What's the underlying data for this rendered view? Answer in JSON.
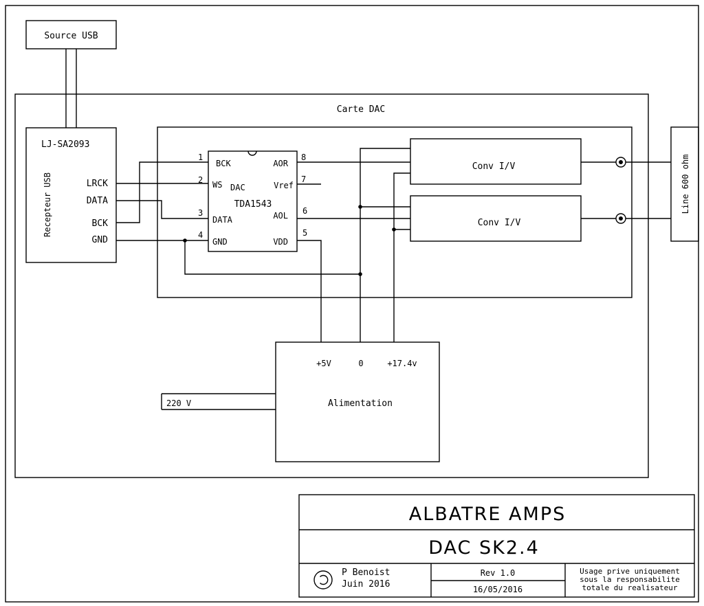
{
  "source": {
    "label": "Source USB"
  },
  "board": {
    "label": "Carte DAC"
  },
  "receiver": {
    "model": "LJ-SA2093",
    "title": "Recepteur USB",
    "pins": {
      "lrck": "LRCK",
      "data": "DATA",
      "bck": "BCK",
      "gnd": "GND"
    }
  },
  "dac": {
    "label": "DAC",
    "part": "TDA1543",
    "pin_names": {
      "bck": "BCK",
      "ws": "WS",
      "data": "DATA",
      "gnd": "GND",
      "aor": "AOR",
      "vref": "Vref",
      "aol": "AOL",
      "vdd": "VDD"
    },
    "pin_numbers": {
      "p1": "1",
      "p2": "2",
      "p3": "3",
      "p4": "4",
      "p5": "5",
      "p6": "6",
      "p7": "7",
      "p8": "8"
    }
  },
  "converters": {
    "top": "Conv I/V",
    "bottom": "Conv I/V"
  },
  "output": {
    "label": "Line 600 ohm"
  },
  "power": {
    "label": "Alimentation",
    "rails": {
      "plus5": "+5V",
      "zero": "0",
      "plus17": "+17.4v"
    },
    "mains": "220 V"
  },
  "title_block": {
    "company": "ALBATRE AMPS",
    "project": "DAC SK2.4",
    "author": "P Benoist",
    "date_text": "Juin 2016",
    "revision": "Rev 1.0",
    "rev_date": "16/05/2016",
    "notice_line1": "Usage prive uniquement",
    "notice_line2": "sous la responsabilite",
    "notice_line3": "totale du realisateur"
  }
}
